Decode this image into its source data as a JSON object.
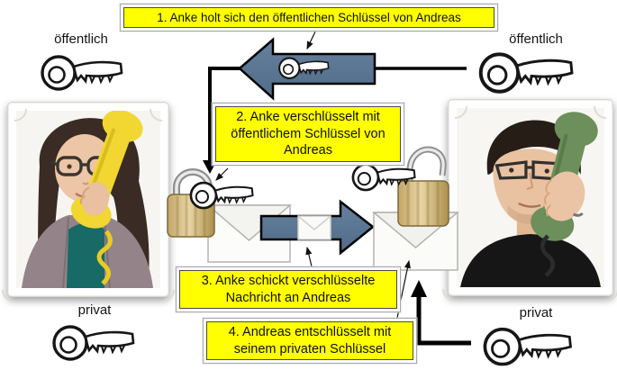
{
  "diagram": {
    "topic": "asymmetric-encryption-flow",
    "steps": {
      "step1": "1. Anke holt sich den öffentlichen Schlüssel von Andreas",
      "step2": "2. Anke verschlüsselt mit öffentlichem Schlüssel von Andreas",
      "step3": "3. Anke schickt verschlüsselte Nachricht an Andreas",
      "step4": "4. Andreas entschlüsselt mit seinem privaten Schlüssel"
    },
    "anke": {
      "name": "Anke",
      "public_label": "öffentlich",
      "private_label": "privat",
      "phone_color": "#f2d632"
    },
    "andreas": {
      "name": "Andreas",
      "public_label": "öffentlich",
      "private_label": "privat",
      "phone_color": "#6c8f5c"
    },
    "icons": {
      "key": "key-icon",
      "padlock_closed": "padlock-closed-icon",
      "padlock_open": "padlock-open-icon",
      "envelope_sealed": "envelope-closed-icon",
      "envelope_open": "envelope-open-icon",
      "envelope_message": "envelope-small-icon",
      "transfer_arrow": "block-arrow"
    },
    "colors": {
      "note_bg": "#ffff00",
      "note_border": "#4a4a4a",
      "note_frame": "#a9a9a9",
      "block_arrow": "#5b7793",
      "outline": "#000000",
      "padlock_body": "#cdb273",
      "anke_phone": "#f2d632",
      "andreas_phone": "#6c8f5c"
    }
  }
}
